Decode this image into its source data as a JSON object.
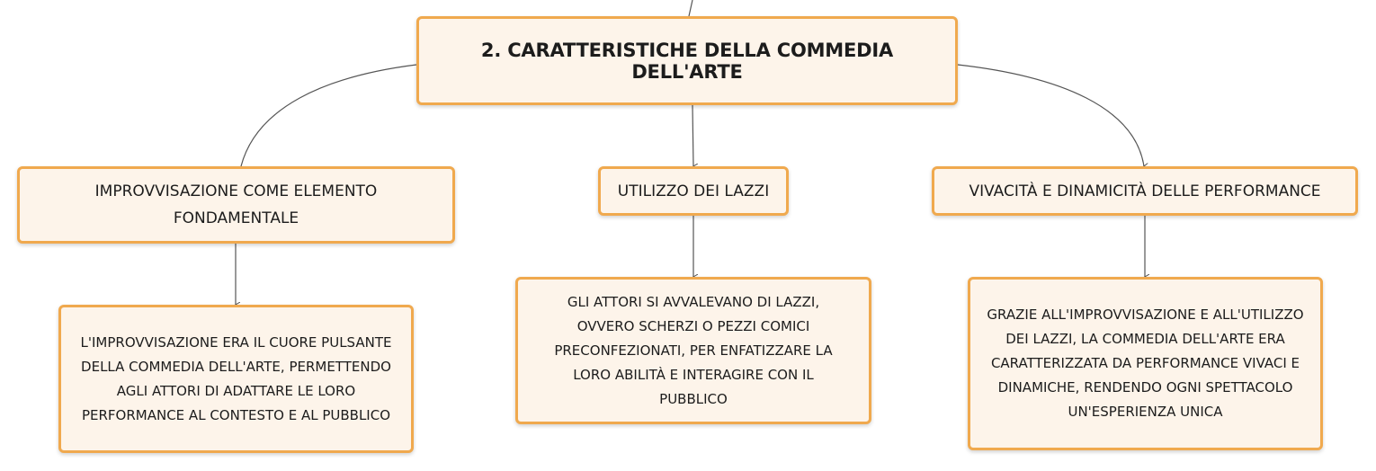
{
  "root": {
    "title": "2. CARATTERISTICHE DELLA COMMEDIA DELL'ARTE"
  },
  "branches": [
    {
      "title": "IMPROVVISAZIONE COME ELEMENTO FONDAMENTALE",
      "detail": "L'IMPROVVISAZIONE ERA IL CUORE PULSANTE DELLA COMMEDIA DELL'ARTE, PERMETTENDO AGLI ATTORI DI ADATTARE LE LORO PERFORMANCE AL CONTESTO E AL PUBBLICO"
    },
    {
      "title": "UTILIZZO DEI LAZZI",
      "detail": "GLI ATTORI SI AVVALEVANO DI LAZZI, OVVERO SCHERZI O PEZZI COMICI PRECONFEZIONATI, PER ENFATIZZARE LA LORO ABILITÀ E INTERAGIRE CON IL PUBBLICO"
    },
    {
      "title": "VIVACITÀ E DINAMICITÀ DELLE PERFORMANCE",
      "detail": "GRAZIE ALL'IMPROVVISAZIONE E ALL'UTILIZZO DEI LAZZI, LA COMMEDIA DELL'ARTE ERA CARATTERIZZATA DA PERFORMANCE VIVACI E DINAMICHE, RENDENDO OGNI SPETTACOLO UN'ESPERIENZA UNICA"
    }
  ],
  "colors": {
    "node_fill": "#fdf4ea",
    "node_border": "#f0a94e",
    "connector": "#555555"
  }
}
